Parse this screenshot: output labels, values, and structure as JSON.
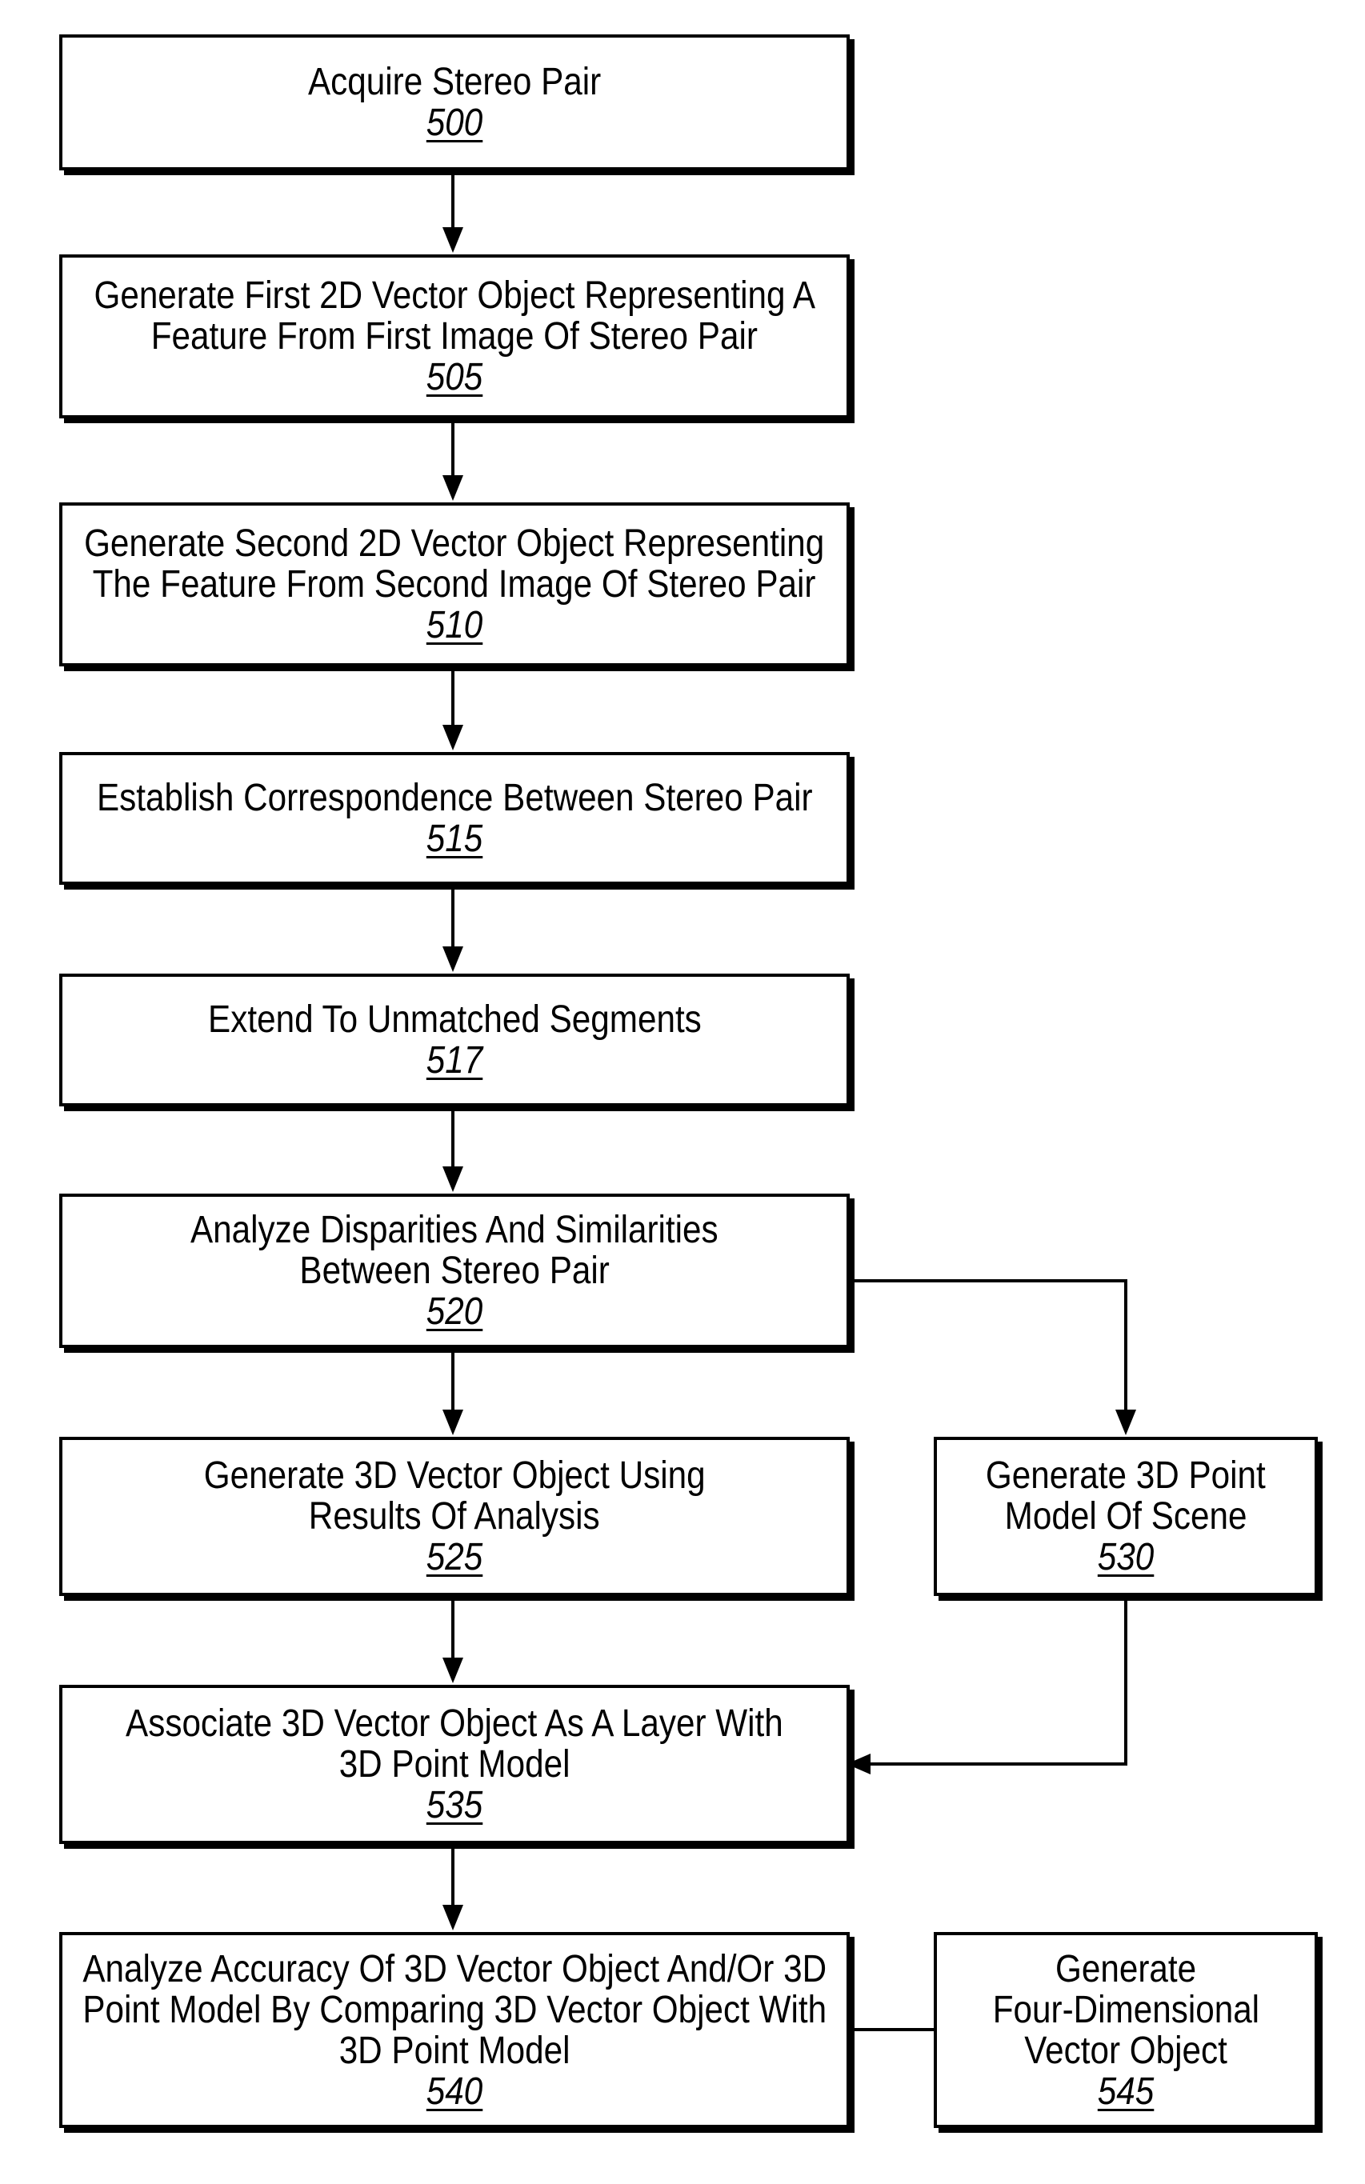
{
  "steps": {
    "s500": {
      "lines": [
        "Acquire Stereo Pair"
      ],
      "ref": "500"
    },
    "s505": {
      "lines": [
        "Generate First 2D Vector Object Representing A",
        "Feature From First Image Of Stereo Pair"
      ],
      "ref": "505"
    },
    "s510": {
      "lines": [
        "Generate Second 2D Vector Object Representing",
        "The Feature From Second Image Of Stereo Pair"
      ],
      "ref": "510"
    },
    "s515": {
      "lines": [
        "Establish Correspondence Between Stereo Pair"
      ],
      "ref": "515"
    },
    "s517": {
      "lines": [
        "Extend To Unmatched Segments"
      ],
      "ref": "517"
    },
    "s520": {
      "lines": [
        "Analyze Disparities And Similarities",
        "Between Stereo Pair"
      ],
      "ref": "520"
    },
    "s525": {
      "lines": [
        "Generate 3D Vector Object Using",
        "Results Of Analysis"
      ],
      "ref": "525"
    },
    "s530": {
      "lines": [
        "Generate 3D Point",
        "Model Of Scene"
      ],
      "ref": "530"
    },
    "s535": {
      "lines": [
        "Associate 3D Vector Object As A Layer With",
        "3D Point Model"
      ],
      "ref": "535"
    },
    "s540": {
      "lines": [
        "Analyze Accuracy Of 3D Vector Object And/Or 3D",
        "Point Model By Comparing  3D Vector Object With",
        "3D Point Model"
      ],
      "ref": "540"
    },
    "s545": {
      "lines": [
        "Generate",
        "Four-Dimensional",
        "Vector Object"
      ],
      "ref": "545"
    }
  }
}
